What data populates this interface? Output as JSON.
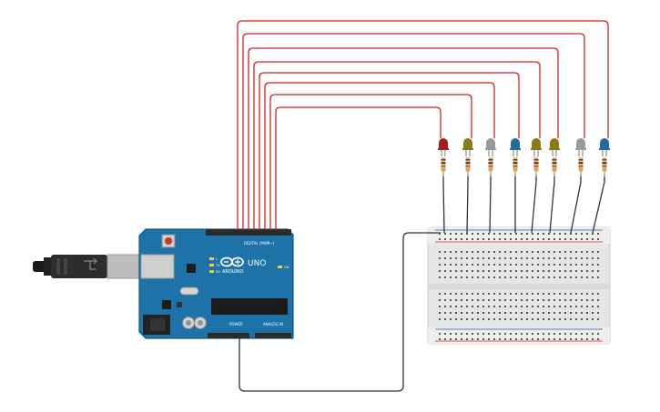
{
  "arduino": {
    "brand": "ARDUINO",
    "model": "UNO",
    "digital_label": "DIGITAL (PWM~)",
    "power_label": "POWER",
    "analog_label": "ANALOG IN",
    "tx_label": "TX",
    "rx_label": "RX",
    "l_label": "L",
    "on_label": "ON"
  },
  "leds": [
    {
      "color": "#a51d1d",
      "name": "red"
    },
    {
      "color": "#8b7a1a",
      "name": "yellow"
    },
    {
      "color": "#9a9a9a",
      "name": "white"
    },
    {
      "color": "#1f6f9a",
      "name": "blue"
    },
    {
      "color": "#8b7a1a",
      "name": "yellow"
    },
    {
      "color": "#8b7a1a",
      "name": "yellow"
    },
    {
      "color": "#9a9a9a",
      "name": "white"
    },
    {
      "color": "#1f6f9a",
      "name": "blue"
    }
  ],
  "colors": {
    "board": "#1d72a8",
    "signal_wire": "#d22222",
    "ground_wire": "#333333",
    "breadboard": "#e6e6e6"
  }
}
